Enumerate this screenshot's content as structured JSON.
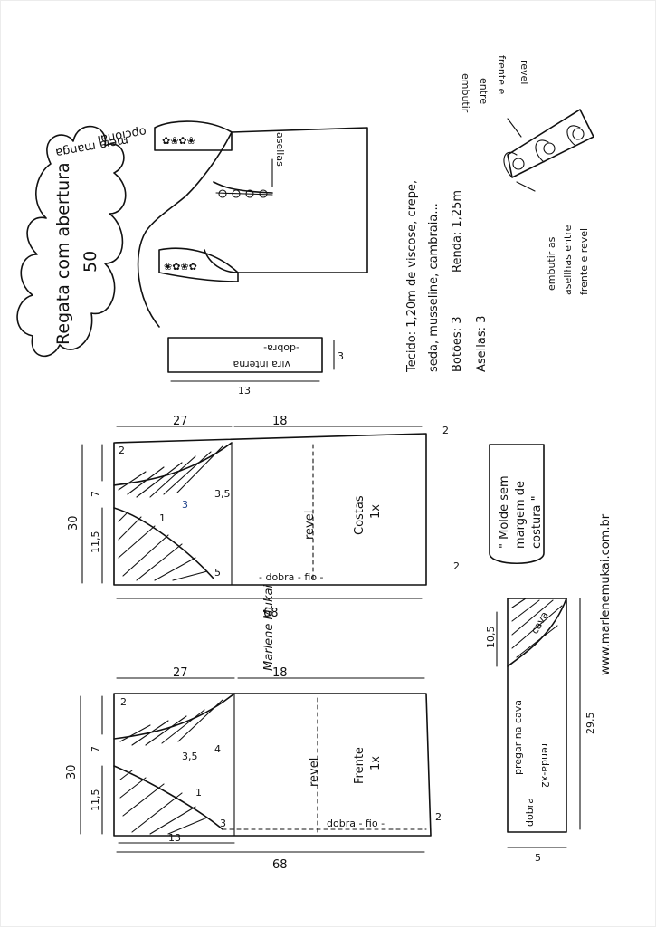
{
  "title": {
    "line1": "Regata com abertura",
    "line2": "50"
  },
  "sleeve_note": {
    "line1": "meia manga",
    "line2": "opcional"
  },
  "sketch_labels": {
    "asellas": "asellas"
  },
  "vira": {
    "title": "vira interna",
    "fold": "-dobra-",
    "width": "13",
    "height": "3"
  },
  "fabric_notes": {
    "line1": "Tecido: 1,20m de viscose, crepe,",
    "line2": "seda, musseline, cambraia...",
    "buttons": "Botões: 3",
    "lace": "Renda: 1,25m",
    "loops": "Asellas: 3"
  },
  "loop_detail": {
    "top_line1": "embutir",
    "top_line2": "entre",
    "top_line3": "frente e",
    "top_line4": "revel",
    "bottom_line1": "embutir as",
    "bottom_line2": "asellhas entre",
    "bottom_line3": "frente e revel"
  },
  "back_piece": {
    "name": "Costas",
    "qty": "1x",
    "revel": "revel",
    "fold": "- dobra - fio -",
    "dims": {
      "top_27": "27",
      "top_18": "18",
      "side_30": "30",
      "side_115": "11,5",
      "side_7": "7",
      "bottom_68": "68",
      "d2a": "2",
      "d2b": "2",
      "d2c": "2",
      "d1": "1",
      "d3": "3",
      "d35": "3,5",
      "d5": "5"
    }
  },
  "front_piece": {
    "name": "Frente",
    "qty": "1x",
    "revel": "revel",
    "fold": "dobra - fio -",
    "dims": {
      "top_27": "27",
      "top_18": "18",
      "side_30": "30",
      "side_115": "11,5",
      "side_7": "7",
      "bottom_68": "68",
      "d2a": "2",
      "d2b": "2",
      "d1": "1",
      "d3": "3",
      "d35": "3,5",
      "d4": "4",
      "d13": "13"
    }
  },
  "seam_note": {
    "line1": "\" Molde sem",
    "line2": "margem de",
    "line3": "costura \""
  },
  "lace_piece": {
    "label1": "pregar na cava",
    "label2": "renda-x2",
    "label3": "cava",
    "fold": "dobra",
    "dim_105": "10,5",
    "dim_295": "29,5",
    "dim_5": "5"
  },
  "website": "www.marlenemukai.com.br",
  "signature": "Marlene Mukai"
}
